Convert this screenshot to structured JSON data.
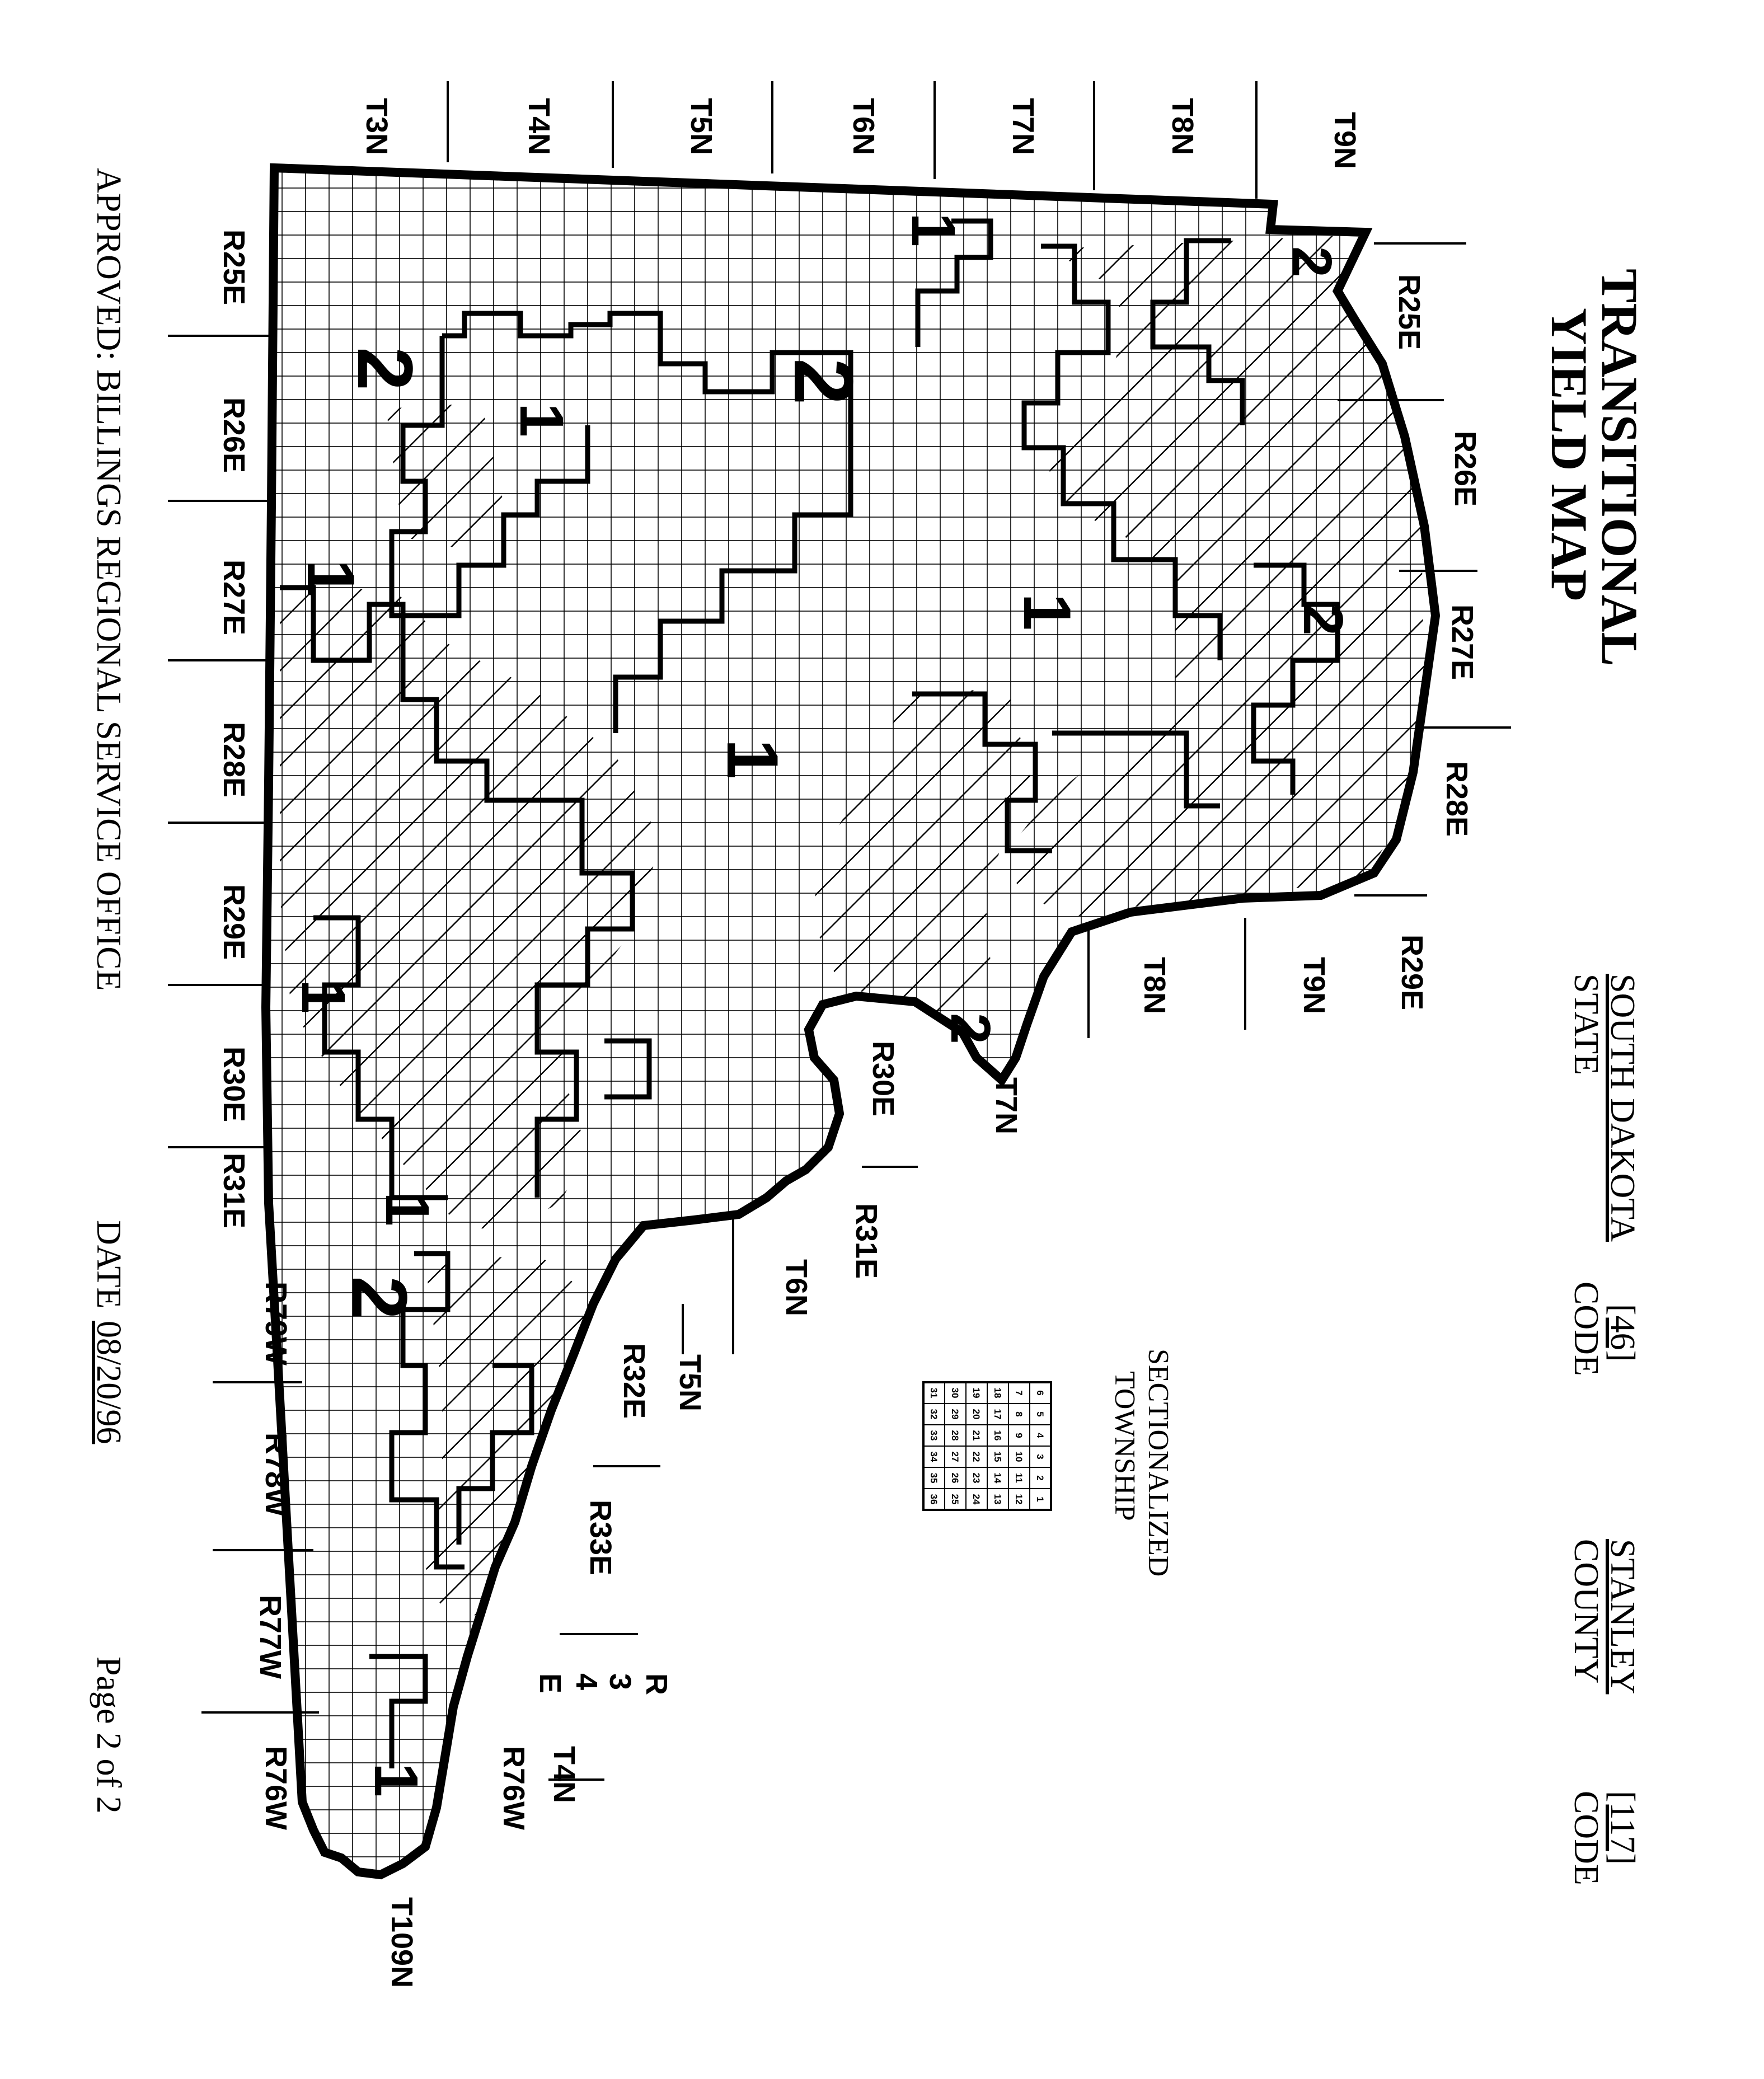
{
  "title": {
    "line1": "TRANSITIONAL",
    "line2": "YIELD MAP"
  },
  "state_block": {
    "state_name": "SOUTH DAKOTA",
    "state_label": "STATE",
    "state_code": "[46]",
    "state_code_label": "CODE"
  },
  "county_block": {
    "county_name": "STANLEY",
    "county_label": "COUNTY",
    "county_code": "[117]",
    "county_code_label": "CODE"
  },
  "legend": {
    "title_line1": "SECTIONALIZED",
    "title_line2": "TOWNSHIP",
    "grid": [
      [
        "6",
        "5",
        "4",
        "3",
        "2",
        "1"
      ],
      [
        "7",
        "8",
        "9",
        "10",
        "11",
        "12"
      ],
      [
        "18",
        "17",
        "16",
        "15",
        "14",
        "13"
      ],
      [
        "19",
        "20",
        "21",
        "22",
        "23",
        "24"
      ],
      [
        "30",
        "29",
        "28",
        "27",
        "26",
        "25"
      ],
      [
        "31",
        "32",
        "33",
        "34",
        "35",
        "36"
      ]
    ]
  },
  "footer": {
    "approved": "APPROVED: BILLINGS REGIONAL SERVICE OFFICE",
    "date_label": "DATE",
    "date_value": "08/20/96",
    "page": "Page 2 of 2"
  },
  "township_labels_top": [
    "T3N",
    "T4N",
    "T5N",
    "T6N",
    "T7N",
    "T8N",
    "T9N"
  ],
  "range_labels_left": [
    "R25E",
    "R26E",
    "R27E",
    "R28E",
    "R29E",
    "R30E",
    "R31E"
  ],
  "range_labels_left_west": [
    "R79W",
    "R78W",
    "R77W",
    "R76W"
  ],
  "range_labels_right": [
    "R25E",
    "R26E",
    "R27E",
    "R28E",
    "R29E"
  ],
  "township_labels_right": [
    "T8N",
    "T9N"
  ],
  "inner_labels": {
    "r30e": "R30E",
    "t7n": "T7N",
    "r31e": "R31E",
    "t6n": "T6N",
    "r32e": "R32E",
    "t5n": "T5N",
    "r33e": "R33E",
    "r34e_r": "R",
    "r34e_3": "3",
    "r34e_4": "4",
    "r34e_e": "E",
    "t4n": "T4N",
    "r76w": "R76W",
    "t109n": "T109N"
  },
  "zone_labels": [
    "1",
    "2"
  ]
}
